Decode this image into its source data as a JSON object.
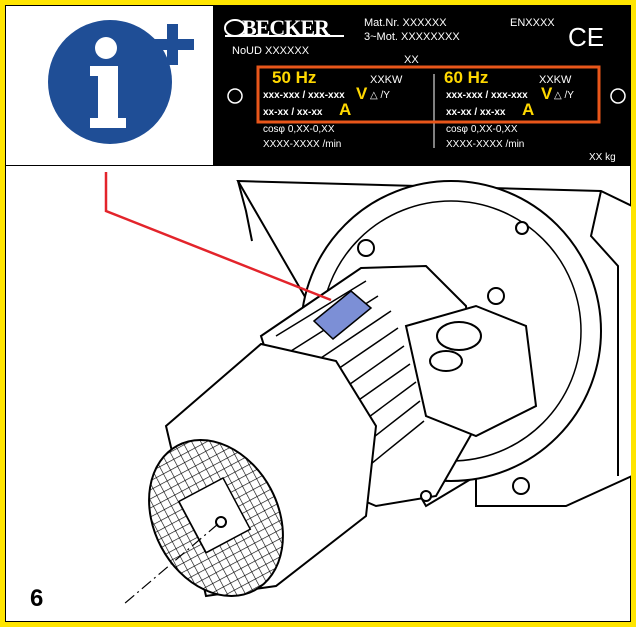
{
  "figure_number": "6",
  "info_icon": {
    "symbol": "i",
    "plus": "+"
  },
  "plate": {
    "brand": "BECKER",
    "mat_nr": "Mat.Nr. XXXXXX",
    "en": "ENXXXX",
    "ce_mark": "CE",
    "mot": "3~Mot. XXXXXXXX",
    "noud": "NoUD XXXXXX",
    "xx_top": "XX",
    "left_block": {
      "freq": "50 Hz",
      "power": "XXKW",
      "voltage_range": "xxx-xxx / xxx-xxx",
      "volt_unit": "V",
      "connection": "△ /Y",
      "current_range": "xx-xx / xx-xx",
      "amp_unit": "A",
      "cos": "cosφ 0,XX-0,XX",
      "rpm": "XXXX-XXXX /min"
    },
    "right_block": {
      "freq": "60 Hz",
      "power": "XXKW",
      "voltage_range": "xxx-xxx / xxx-xxx",
      "volt_unit": "V",
      "connection": "△ /Y",
      "current_range": "xx-xx / xx-xx",
      "amp_unit": "A",
      "cos": "cosφ 0,XX-0,XX",
      "rpm": "XXXX-XXXX /min"
    },
    "weight": "XX kg"
  },
  "colors": {
    "frame": "#ffe500",
    "info_blue": "#1f4e96",
    "callout_red": "#e3242b",
    "highlight_orange": "#e8561a",
    "label_blue": "#7c8fd6",
    "plate_black": "#000000",
    "plate_yellow": "#ffd800"
  }
}
